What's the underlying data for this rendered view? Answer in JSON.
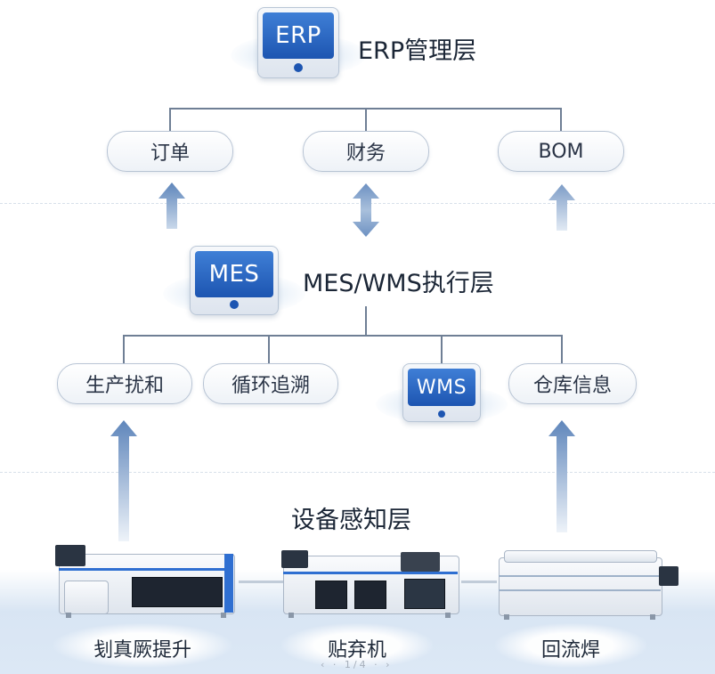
{
  "erp_layer": {
    "monitor_label": "ERP",
    "title": "ERP管理层",
    "nodes": [
      "订单",
      "财务",
      "BOM"
    ]
  },
  "mes_layer": {
    "monitor_label": "MES",
    "title": "MES/WMS执行层",
    "nodes": [
      "生产扰和",
      "循环追溯",
      "仓库信息"
    ],
    "wms_monitor_label": "WMS"
  },
  "device_layer": {
    "title": "设备感知层",
    "machines": [
      "刬真厥提升",
      "贴弃机",
      "回流焊"
    ]
  },
  "pager": "‹ · 1/4 · ›",
  "colors": {
    "screen_blue": "#2563c4",
    "arrow_blue": "#7fa0c8",
    "line_gray": "#6f7f95"
  }
}
